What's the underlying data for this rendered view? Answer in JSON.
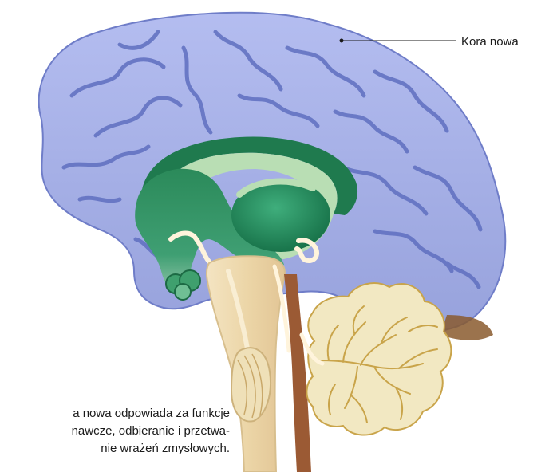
{
  "callout": {
    "label": "Kora nowa"
  },
  "caption": {
    "lines": [
      "a nowa odpowiada za funkcje",
      "nawcze, odbieranie i przetwa-",
      "nie wrażeń zmysłowych."
    ]
  },
  "colors": {
    "cortex": "#a9b3e6",
    "cortex_outline": "#6f7dc8",
    "sulci": "#5f6fc0",
    "limbic_dark": "#1f7a4e",
    "limbic_light": "#b9deb4",
    "brainstem": "#ecd9b2",
    "brainstem_edge": "#d8bf8e",
    "cerebellum": "#f2e8c2",
    "cerebellum_veins": "#c9a44a",
    "spinal": "#9b5a34"
  }
}
